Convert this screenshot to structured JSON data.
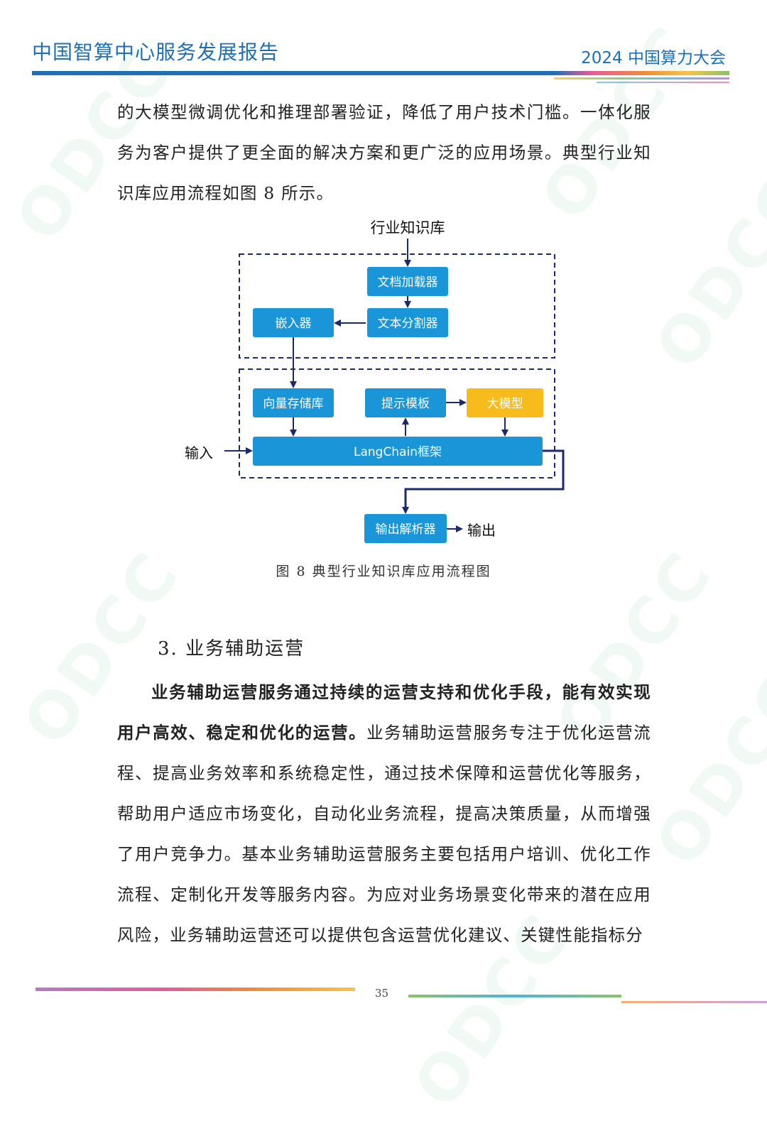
{
  "header": {
    "title": "中国智算中心服务发展报告",
    "conference": "2024 中国算力大会"
  },
  "paragraph1": "的大模型微调优化和推理部署验证，降低了用户技术门槛。一体化服务为客户提供了更全面的解决方案和更广泛的应用场景。典型行业知识库应用流程如图 8 所示。",
  "diagram": {
    "source": "行业知识库",
    "doc_loader": "文档加载器",
    "text_splitter": "文本分割器",
    "embedder": "嵌入器",
    "vector_store": "向量存储库",
    "prompt_template": "提示模板",
    "llm": "大模型",
    "framework": "LangChain框架",
    "input": "输入",
    "output_parser": "输出解析器",
    "output": "输出",
    "colors": {
      "box": "#1a96d8",
      "llm": "#f7bc1c",
      "arrow": "#1b2a6b",
      "dash": "#1b2a6b"
    }
  },
  "caption": "图 8  典型行业知识库应用流程图",
  "section_title": "3. 业务辅助运营",
  "paragraph2": {
    "bold": "业务辅助运营服务通过持续的运营支持和优化手段，能有效实现用户高效、稳定和优化的运营。",
    "rest": "业务辅助运营服务专注于优化运营流程、提高业务效率和系统稳定性，通过技术保障和运营优化等服务，帮助用户适应市场变化，自动化业务流程，提高决策质量，从而增强了用户竞争力。基本业务辅助运营服务主要包括用户培训、优化工作流程、定制化开发等服务内容。为应对业务场景变化带来的潜在应用风险，业务辅助运营还可以提供包含运营优化建议、关键性能指标分"
  },
  "footer": {
    "page_number": "35"
  },
  "watermark": "ODCC"
}
